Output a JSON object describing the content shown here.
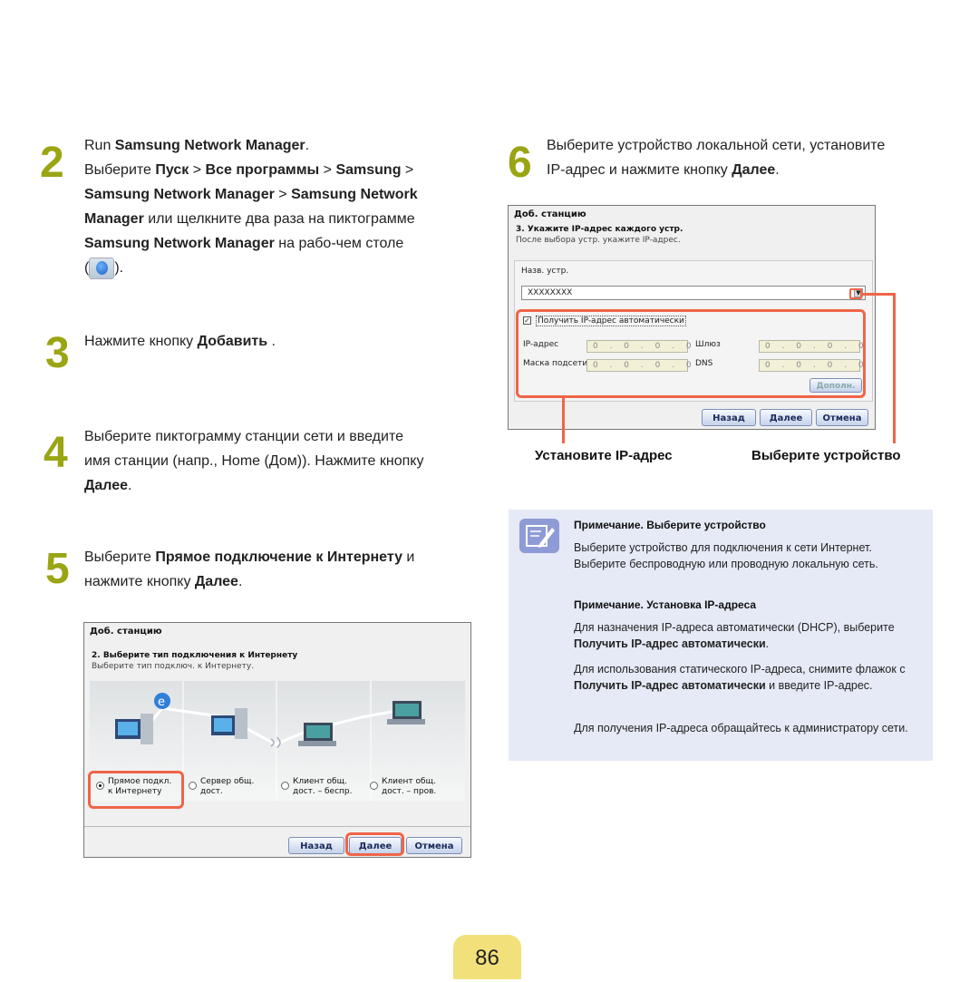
{
  "steps": {
    "s2": {
      "num": "2",
      "a": "Run ",
      "b": "Samsung Network Manager",
      "c": ".",
      "d": "Выберите ",
      "e": "Пуск",
      "f": " > ",
      "g": "Все программы",
      "h": " > ",
      "i": "Samsung",
      "j": " >",
      "k": "Samsung Network Manager",
      "l": " > ",
      "m": "Samsung Network",
      "n": "Manager",
      "o": " или щелкните два раза на пиктограмме",
      "p": "Samsung Network Manager",
      "q": " на рабо-чем столе",
      "r": "(",
      "s": ").",
      "icon": "samsung-network-manager-icon"
    },
    "s3": {
      "num": "3",
      "a": "Нажмите кнопку ",
      "b": "Добавить",
      "c": " ."
    },
    "s4": {
      "num": "4",
      "a": "Выберите пиктограмму станции сети и введите",
      "b": "имя станции (напр., Home (Дом)). Нажмите кнопку",
      "c": "Далее",
      "d": "."
    },
    "s5": {
      "num": "5",
      "a": "Выберите ",
      "b": "Прямое подключение к Интернету",
      "c": " и",
      "d": "нажмите кнопку ",
      "e": "Далее",
      "f": "."
    },
    "s6": {
      "num": "6",
      "a": "Выберите устройство локальной сети, установите",
      "b": "IP-адрес и нажмите кнопку ",
      "c": "Далее",
      "d": "."
    }
  },
  "dialog1": {
    "title": "Доб. станцию",
    "subtitle": "2. Выберите тип подключения к Интернету",
    "hint": "Выберите тип подключ. к Интернету.",
    "options": [
      {
        "l1": "Прямое подкл.",
        "l2": "к Интернету",
        "selected": true
      },
      {
        "l1": "Сервер общ.",
        "l2": "дост.",
        "selected": false
      },
      {
        "l1": "Клиент общ.",
        "l2": "дост. – беспр.",
        "selected": false
      },
      {
        "l1": "Клиент общ.",
        "l2": "дост. – пров.",
        "selected": false
      }
    ],
    "buttons": {
      "back": "Назад",
      "next": "Далее",
      "cancel": "Отмена"
    }
  },
  "dialog2": {
    "title": "Доб. станцию",
    "subtitle": "3. Укажите IP-адрес каждого устр.",
    "hint": "После выбора устр. укажите IP-адрес.",
    "device_label": "Назв. устр.",
    "device_value": "XXXXXXXX",
    "auto_ip_label": "Получить IP-адрес автоматически",
    "ip_label": "IP-адрес",
    "mask_label": "Маска подсети",
    "gateway_label": "Шлюз",
    "dns_label": "DNS",
    "ip_placeholder": "0 . 0 . 0 . 0",
    "more_button": "Дополн.",
    "buttons": {
      "back": "Назад",
      "next": "Далее",
      "cancel": "Отмена"
    }
  },
  "callouts": {
    "set_ip": "Установите IP-адрес",
    "select_device": "Выберите устройство"
  },
  "note": {
    "h1": "Примечание. Выберите устройство",
    "p1": "Выберите устройство для подключения к сети Интернет. Выберите беспроводную или проводную локальную сеть.",
    "h2": "Примечание. Установка IP-адреса",
    "p2a": "Для назначения IP-адреса автоматически (DHCP), выберите ",
    "p2b": "Получить IP-адрес автоматически",
    "p2c": ".",
    "p3a": "Для использования статического IP-адреса, снимите флажок с ",
    "p3b": "Получить IP-адрес автоматически",
    "p3c": " и введите IP-адрес.",
    "p4": "Для получения IP-адреса обращайтесь к администратору сети.",
    "icon": "pencil-note-icon"
  },
  "page_number": "86",
  "colors": {
    "step_number": "#9aa514",
    "highlight": "#f06448",
    "note_bg": "#e6eaf7",
    "page_tab": "#f2e07a"
  }
}
